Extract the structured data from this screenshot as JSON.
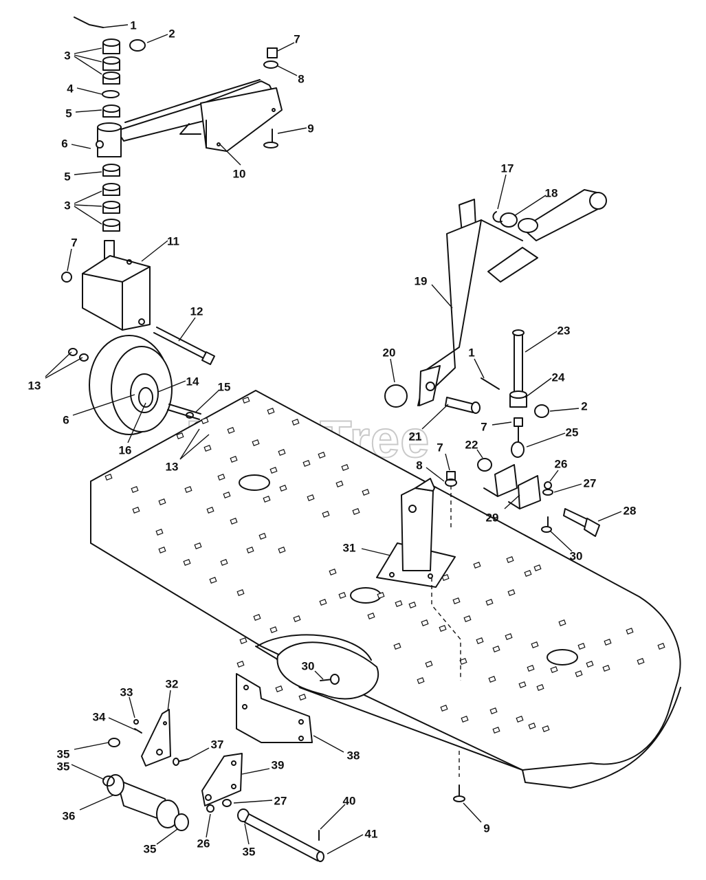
{
  "watermark": "PartsTree",
  "callouts": [
    {
      "id": "c1a",
      "text": "1"
    },
    {
      "id": "c2a",
      "text": "2"
    },
    {
      "id": "c3a",
      "text": "3"
    },
    {
      "id": "c4",
      "text": "4"
    },
    {
      "id": "c5a",
      "text": "5"
    },
    {
      "id": "c6a",
      "text": "6"
    },
    {
      "id": "c5b",
      "text": "5"
    },
    {
      "id": "c3b",
      "text": "3"
    },
    {
      "id": "c7a",
      "text": "7"
    },
    {
      "id": "c8a",
      "text": "8"
    },
    {
      "id": "c9a",
      "text": "9"
    },
    {
      "id": "c10",
      "text": "10"
    },
    {
      "id": "c7b",
      "text": "7"
    },
    {
      "id": "c11",
      "text": "11"
    },
    {
      "id": "c12",
      "text": "12"
    },
    {
      "id": "c13a",
      "text": "13"
    },
    {
      "id": "c14",
      "text": "14"
    },
    {
      "id": "c15",
      "text": "15"
    },
    {
      "id": "c6b",
      "text": "6"
    },
    {
      "id": "c16",
      "text": "16"
    },
    {
      "id": "c13b",
      "text": "13"
    },
    {
      "id": "c17",
      "text": "17"
    },
    {
      "id": "c18",
      "text": "18"
    },
    {
      "id": "c19",
      "text": "19"
    },
    {
      "id": "c20",
      "text": "20"
    },
    {
      "id": "c1b",
      "text": "1"
    },
    {
      "id": "c23",
      "text": "23"
    },
    {
      "id": "c24",
      "text": "24"
    },
    {
      "id": "c2b",
      "text": "2"
    },
    {
      "id": "c21",
      "text": "21"
    },
    {
      "id": "c7c",
      "text": "7"
    },
    {
      "id": "c25",
      "text": "25"
    },
    {
      "id": "c7d",
      "text": "7"
    },
    {
      "id": "c22",
      "text": "22"
    },
    {
      "id": "c8b",
      "text": "8"
    },
    {
      "id": "c26a",
      "text": "26"
    },
    {
      "id": "c27a",
      "text": "27"
    },
    {
      "id": "c29",
      "text": "29"
    },
    {
      "id": "c28",
      "text": "28"
    },
    {
      "id": "c30a",
      "text": "30"
    },
    {
      "id": "c31",
      "text": "31"
    },
    {
      "id": "c30b",
      "text": "30"
    },
    {
      "id": "c33",
      "text": "33"
    },
    {
      "id": "c32",
      "text": "32"
    },
    {
      "id": "c34",
      "text": "34"
    },
    {
      "id": "c35a",
      "text": "35"
    },
    {
      "id": "c37",
      "text": "37"
    },
    {
      "id": "c38",
      "text": "38"
    },
    {
      "id": "c39",
      "text": "39"
    },
    {
      "id": "c35b",
      "text": "35"
    },
    {
      "id": "c27b",
      "text": "27"
    },
    {
      "id": "c36",
      "text": "36"
    },
    {
      "id": "c35c",
      "text": "35"
    },
    {
      "id": "c26b",
      "text": "26"
    },
    {
      "id": "c35d",
      "text": "35"
    },
    {
      "id": "c40",
      "text": "40"
    },
    {
      "id": "c41",
      "text": "41"
    },
    {
      "id": "c9b",
      "text": "9"
    }
  ]
}
